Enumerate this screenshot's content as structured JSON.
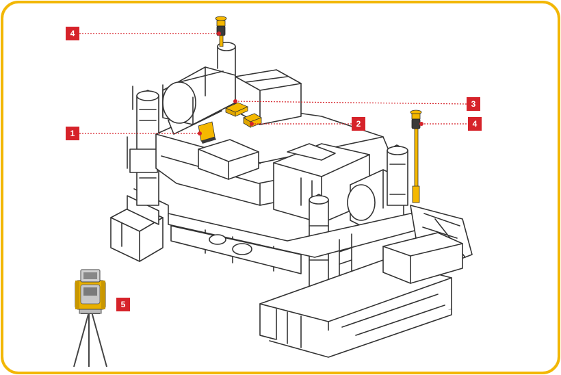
{
  "diagram": {
    "colors": {
      "frame": "#f2b705",
      "badge": "#d6232a",
      "badge_text": "#ffffff",
      "leader": "#d6232a",
      "outline": "#333333",
      "sensor": "#f5b800",
      "sensor_dark": "#3a3a3a"
    },
    "badges": [
      {
        "id": "badge-4-left",
        "label": "4"
      },
      {
        "id": "badge-3",
        "label": "3"
      },
      {
        "id": "badge-2",
        "label": "2"
      },
      {
        "id": "badge-1",
        "label": "1"
      },
      {
        "id": "badge-4-right",
        "label": "4"
      },
      {
        "id": "badge-5",
        "label": "5"
      }
    ]
  }
}
